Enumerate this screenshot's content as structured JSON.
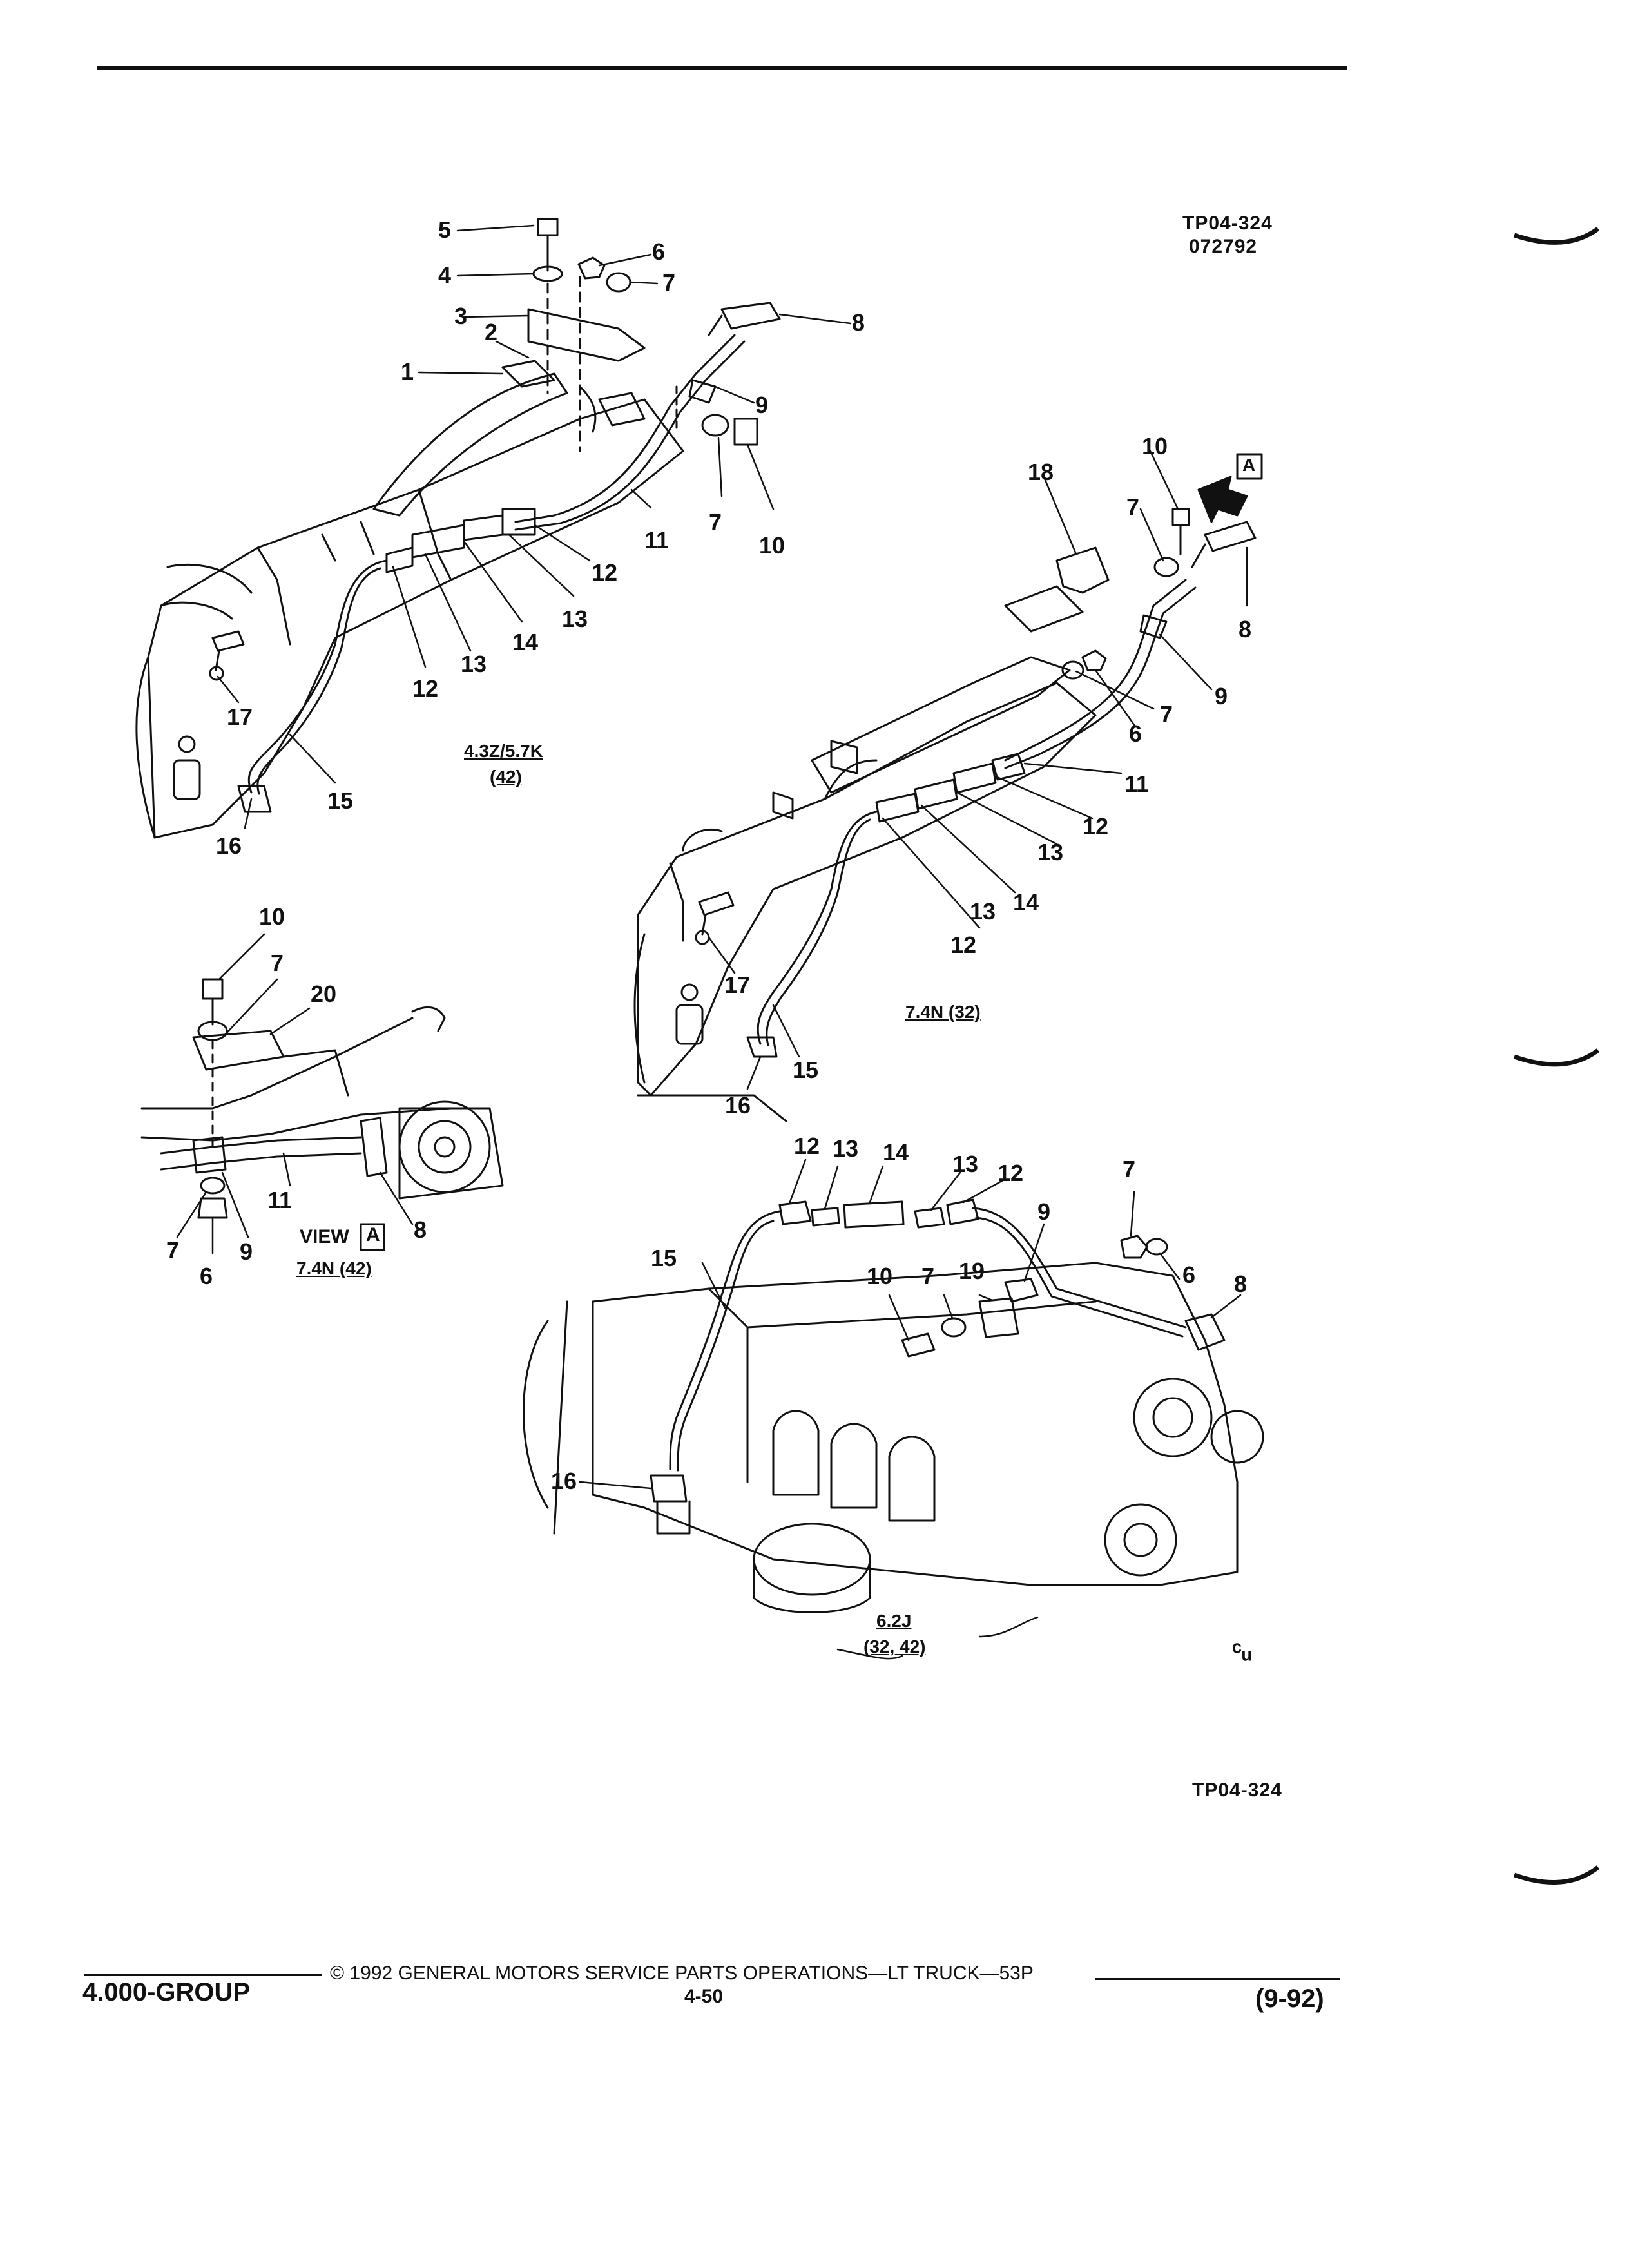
{
  "header": {
    "ref_code": "TP04-324",
    "ref_date": "072792"
  },
  "views": {
    "view1_label": "4.3Z/5.7K",
    "view1_sub": "(42)",
    "view2_label": "7.4N (32)",
    "view3_title": "VIEW",
    "view3_box": "A",
    "view3_label": "7.4N (42)",
    "view4_label": "6.2J",
    "view4_sub": "(32, 42)",
    "arrow_box": "A"
  },
  "callouts": {
    "v1": [
      "5",
      "6",
      "4",
      "7",
      "3",
      "8",
      "2",
      "1",
      "9",
      "7",
      "10",
      "11",
      "12",
      "13",
      "14",
      "13",
      "12",
      "17",
      "15",
      "16"
    ],
    "v2": [
      "10",
      "18",
      "7",
      "8",
      "9",
      "7",
      "6",
      "11",
      "12",
      "13",
      "14",
      "13",
      "12",
      "17",
      "15",
      "16"
    ],
    "v3": [
      "10",
      "7",
      "20",
      "11",
      "8",
      "7",
      "9",
      "6"
    ],
    "v4": [
      "12",
      "13",
      "14",
      "13",
      "12",
      "7",
      "9",
      "15",
      "10",
      "7",
      "19",
      "6",
      "8",
      "16"
    ]
  },
  "footer": {
    "ref_code": "TP04-324",
    "group": "4.000-GROUP",
    "copyright": "© 1992 GENERAL MOTORS SERVICE PARTS OPERATIONS—LT TRUCK—53P",
    "page": "4-50",
    "date": "(9-92)"
  }
}
